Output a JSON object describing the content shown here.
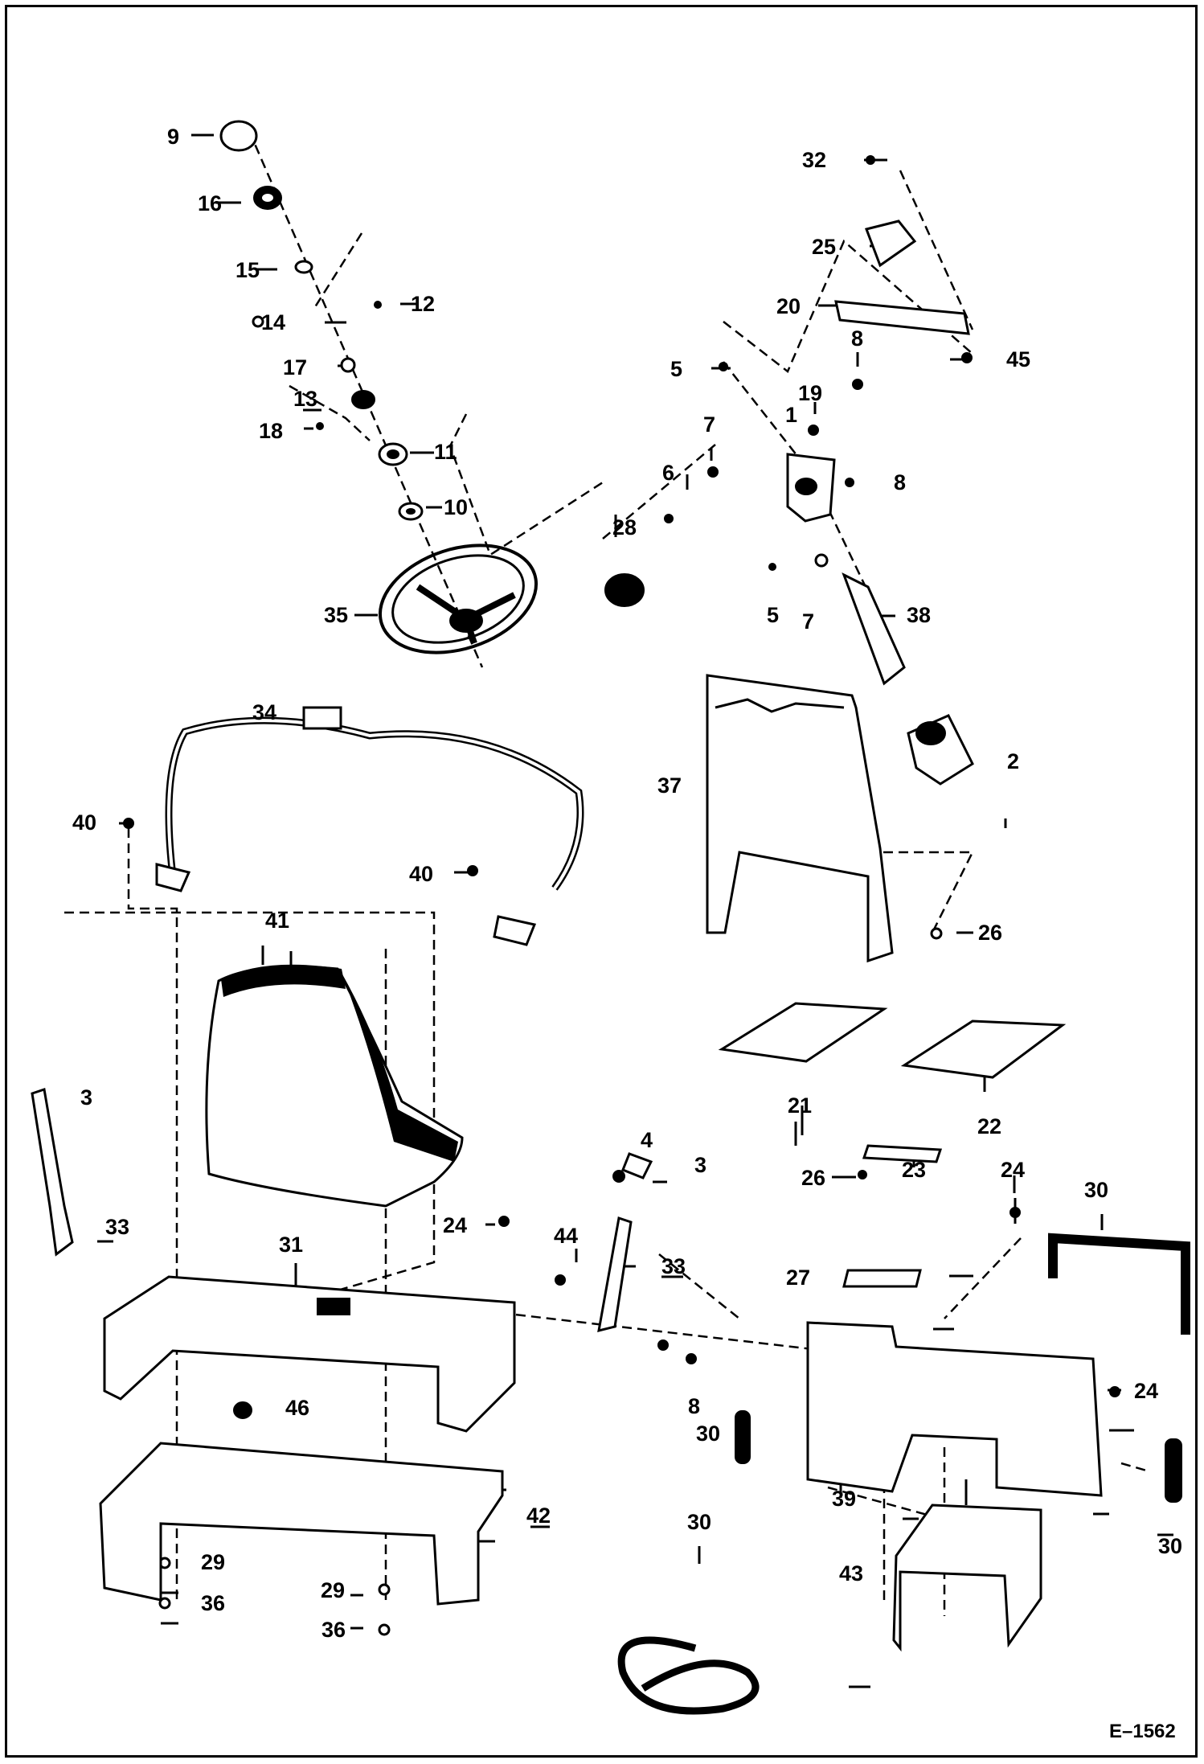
{
  "diagram": {
    "reference": "E–1562",
    "callouts": [
      {
        "id": "c9",
        "text": "9"
      },
      {
        "id": "c16",
        "text": "16"
      },
      {
        "id": "c15",
        "text": "15"
      },
      {
        "id": "c12",
        "text": "12"
      },
      {
        "id": "c14",
        "text": "14"
      },
      {
        "id": "c17",
        "text": "17"
      },
      {
        "id": "c13",
        "text": "13"
      },
      {
        "id": "c18",
        "text": "18"
      },
      {
        "id": "c11",
        "text": "11"
      },
      {
        "id": "c10",
        "text": "10"
      },
      {
        "id": "c35",
        "text": "35"
      },
      {
        "id": "c28",
        "text": "28"
      },
      {
        "id": "c32",
        "text": "32"
      },
      {
        "id": "c25",
        "text": "25"
      },
      {
        "id": "c20",
        "text": "20"
      },
      {
        "id": "c45",
        "text": "45"
      },
      {
        "id": "c5a",
        "text": "5"
      },
      {
        "id": "c8a",
        "text": "8"
      },
      {
        "id": "c19",
        "text": "19"
      },
      {
        "id": "c1",
        "text": "1"
      },
      {
        "id": "c7a",
        "text": "7"
      },
      {
        "id": "c6",
        "text": "6"
      },
      {
        "id": "c8b",
        "text": "8"
      },
      {
        "id": "c5b",
        "text": "5"
      },
      {
        "id": "c7b",
        "text": "7"
      },
      {
        "id": "c38",
        "text": "38"
      },
      {
        "id": "c34",
        "text": "34"
      },
      {
        "id": "c37",
        "text": "37"
      },
      {
        "id": "c2",
        "text": "2"
      },
      {
        "id": "c40a",
        "text": "40"
      },
      {
        "id": "c40b",
        "text": "40"
      },
      {
        "id": "c26a",
        "text": "26"
      },
      {
        "id": "c41",
        "text": "41"
      },
      {
        "id": "c21",
        "text": "21"
      },
      {
        "id": "c22",
        "text": "22"
      },
      {
        "id": "c3a",
        "text": "3"
      },
      {
        "id": "c4",
        "text": "4"
      },
      {
        "id": "c3b",
        "text": "3"
      },
      {
        "id": "c23",
        "text": "23"
      },
      {
        "id": "c26b",
        "text": "26"
      },
      {
        "id": "c24a",
        "text": "24"
      },
      {
        "id": "c30a",
        "text": "30"
      },
      {
        "id": "c33a",
        "text": "33"
      },
      {
        "id": "c24b",
        "text": "24"
      },
      {
        "id": "c31",
        "text": "31"
      },
      {
        "id": "c44",
        "text": "44"
      },
      {
        "id": "c33b",
        "text": "33"
      },
      {
        "id": "c27",
        "text": "27"
      },
      {
        "id": "c8c",
        "text": "8"
      },
      {
        "id": "c46",
        "text": "46"
      },
      {
        "id": "c30b",
        "text": "30"
      },
      {
        "id": "c24c",
        "text": "24"
      },
      {
        "id": "c39",
        "text": "39"
      },
      {
        "id": "c42",
        "text": "42"
      },
      {
        "id": "c30c",
        "text": "30"
      },
      {
        "id": "c30d",
        "text": "30"
      },
      {
        "id": "c43",
        "text": "43"
      },
      {
        "id": "c29a",
        "text": "29"
      },
      {
        "id": "c36a",
        "text": "36"
      },
      {
        "id": "c29b",
        "text": "29"
      },
      {
        "id": "c36b",
        "text": "36"
      }
    ]
  }
}
